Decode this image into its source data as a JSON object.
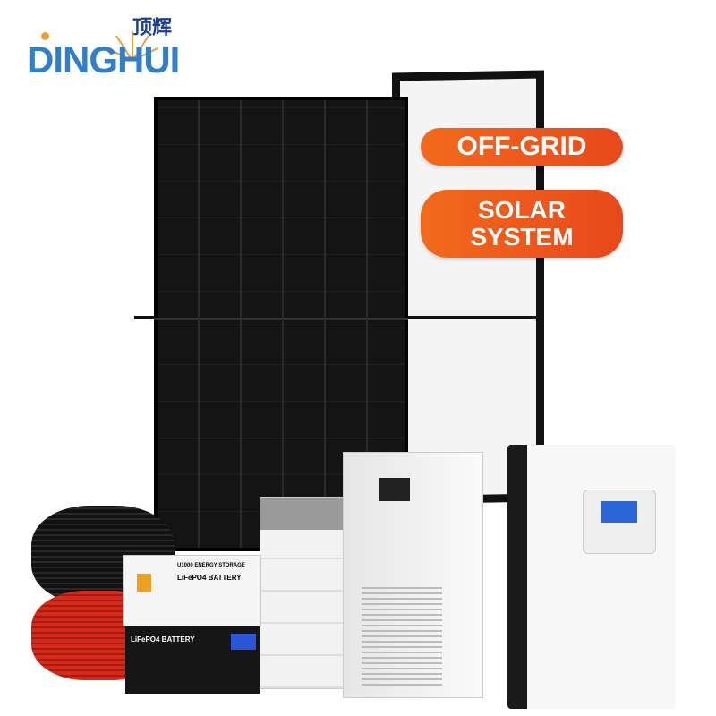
{
  "logo": {
    "latin": "DINGHUI",
    "chinese": "顶辉"
  },
  "badges": {
    "off_grid": "OFF-GRID",
    "solar_line1": "SOLAR",
    "solar_line2": "SYSTEM"
  },
  "colors": {
    "badge": "#ee5a1c",
    "logo_blue": "#2f7fc9",
    "logo_gold": "#e8a23a",
    "panel": "#141414"
  },
  "products": {
    "battery_white_label": "LiFePO4 BATTERY",
    "battery_black_label": "LiFePO4 BATTERY",
    "battery_model": "U1000 ENERGY STORAGE"
  }
}
